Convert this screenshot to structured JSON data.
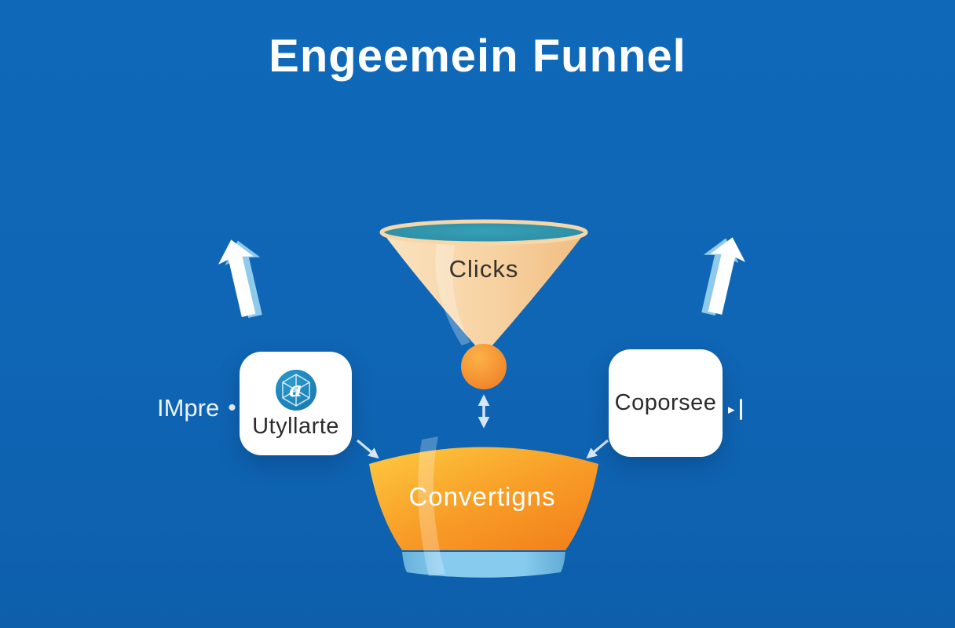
{
  "title": "Engeemein Funnel",
  "funnel": {
    "label": "Clicks"
  },
  "bowl": {
    "label": "Convertigns"
  },
  "left_card": {
    "label": "Utyllarte",
    "icon_letter": "a"
  },
  "right_card": {
    "label": "Coporsee"
  },
  "left_caption": {
    "text": "IMpre",
    "bullet": "•"
  },
  "right_marker": {
    "glyph": "▸"
  },
  "icons": {
    "left_card_icon": "a-orb-icon",
    "right_marker_icon": "play-bar-icon",
    "big_arrows": "up-arrow-3d-icon",
    "connectors": "thin-arrow-icon"
  },
  "colors": {
    "background": "#0f66b5",
    "title_text": "#ffffff",
    "funnel_body_light": "#fae3c0",
    "funnel_body_dark": "#f1bd80",
    "funnel_mouth_teal": "#2f93ab",
    "ball_orange": "#f0812a",
    "bowl_yellow": "#fdca40",
    "bowl_orange": "#f3801c",
    "bowl_base_blue": "#7cc2e8",
    "card_bg": "#ffffff",
    "card_text": "#2b2b2b",
    "arrow_white": "#ffffff",
    "arrow_shadow_blue": "#8ecae9",
    "connector_blue_white": "#d6e5f8",
    "badge_blue": "#1f8fc4"
  }
}
